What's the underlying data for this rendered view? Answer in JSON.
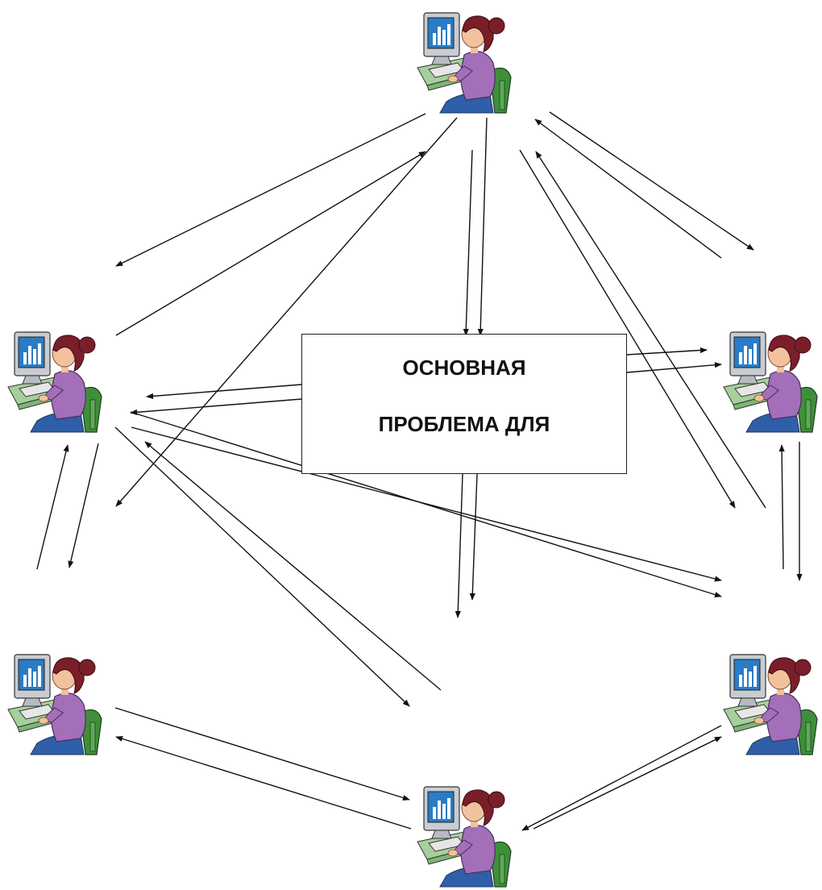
{
  "central_box": {
    "line1": "ОСНОВНАЯ",
    "line2": "ПРОБЛЕМА ДЛЯ"
  },
  "people": [
    {
      "id": "top",
      "icon": "person-at-computer-icon"
    },
    {
      "id": "left",
      "icon": "person-at-computer-icon"
    },
    {
      "id": "right",
      "icon": "person-at-computer-icon"
    },
    {
      "id": "bottom-left",
      "icon": "person-at-computer-icon"
    },
    {
      "id": "bottom-right",
      "icon": "person-at-computer-icon"
    },
    {
      "id": "bottom",
      "icon": "person-at-computer-icon"
    }
  ],
  "colors": {
    "line": "#111111",
    "monitor": "#c8cdd3",
    "screen": "#2a7cc7",
    "bars": "#ffffff",
    "desk": "#a6cf9c",
    "shirt": "#a26fb8",
    "hair": "#7a1e2a",
    "skin": "#f2c19d",
    "chair": "#3f8f3a",
    "skirt": "#2e5fa8"
  }
}
